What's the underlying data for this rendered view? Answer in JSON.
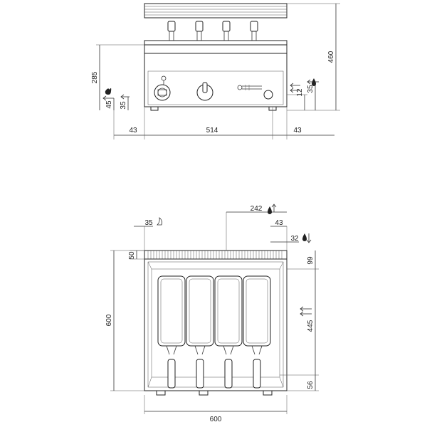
{
  "front_view": {
    "dims": {
      "height_total": "460",
      "height_left": "285",
      "gas_height": "45",
      "gas_offset": "35",
      "right_12": "12",
      "right_35": "35",
      "bottom_left": "43",
      "bottom_center": "514",
      "bottom_right": "43"
    }
  },
  "top_view": {
    "dims": {
      "drain_242": "242",
      "gas_35": "35",
      "right_43": "43",
      "water_32": "32",
      "left_50": "50",
      "right_99": "99",
      "depth_600": "600",
      "right_445": "445",
      "right_56": "56",
      "width_600": "600"
    }
  },
  "icons": {
    "gas": "flame-icon",
    "water_in": "water-drop-arrow-up-icon",
    "water_out": "water-drop-arrow-down-icon",
    "electric": "arrow-left-icon"
  }
}
